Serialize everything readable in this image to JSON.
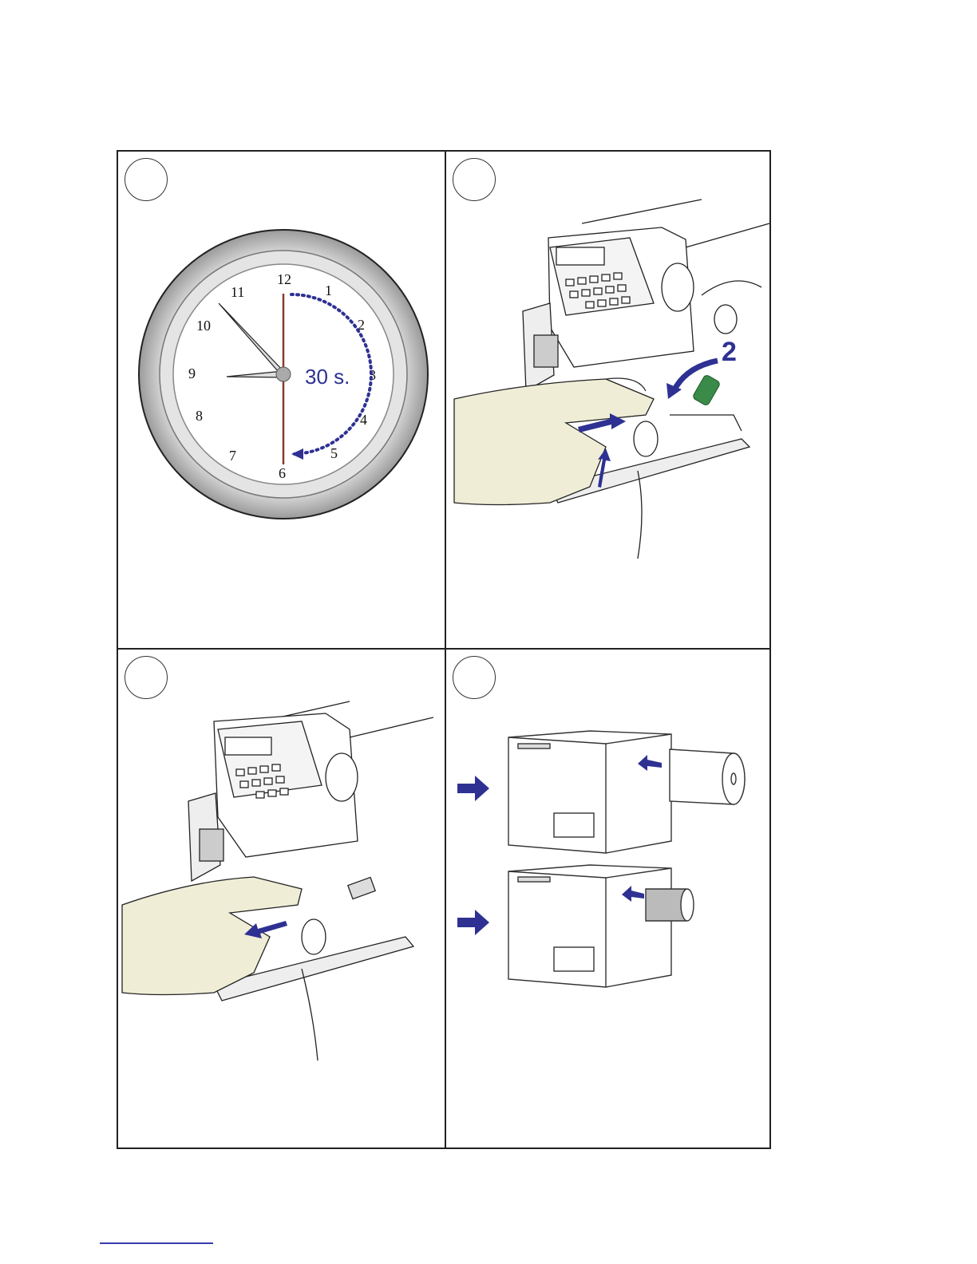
{
  "colors": {
    "accent_blue": "#2e3192",
    "hand": "#efedd6",
    "green_lever": "#3a8a4a"
  },
  "panel1": {
    "clock": {
      "numerals": [
        "12",
        "1",
        "2",
        "3",
        "4",
        "5",
        "6",
        "7",
        "8",
        "9",
        "10",
        "11"
      ],
      "duration_label": "30 s."
    }
  },
  "panel2": {
    "arrow_number": "2"
  }
}
